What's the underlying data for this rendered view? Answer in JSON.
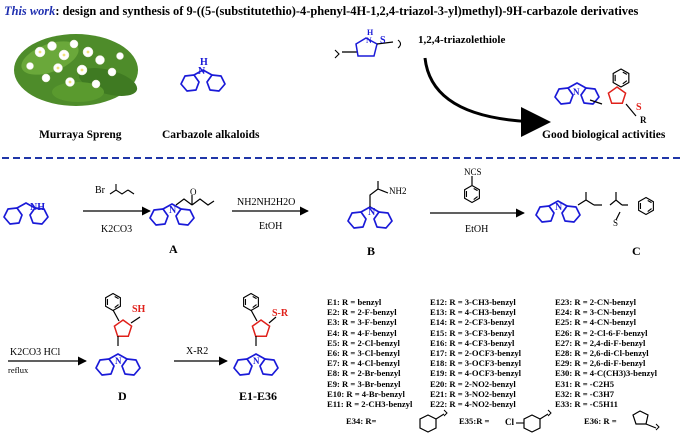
{
  "header": {
    "lead": "This work",
    "rest": ": design and synthesis of 9-((5-(substitutethio)-4-phenyl-4H-1,2,4-triazol-3-yl)methyl)-9H-carbazole derivatives"
  },
  "top": {
    "plant_caption": "Murraya Spreng",
    "alkaloid_caption": "Carbazole alkaloids",
    "triazole_label": "1,2,4-triazolethiole",
    "activity_caption": "Good biological activities"
  },
  "scheme": {
    "reagent1_top": "Br",
    "reagent1_bottom": "K2CO3",
    "reagent2_top": "NH2NH2H2O",
    "reagent2_bottom": "EtOH",
    "reagent3_top": "NCS",
    "reagent3_bottom": "EtOH",
    "reagent4_left": "K2CO3 HCl",
    "reagent4_bottom": "reflux",
    "reagent5": "X-R2",
    "label_A": "A",
    "label_B": "B",
    "label_C": "C",
    "label_D": "D",
    "label_E": "E1-E36",
    "atoms": {
      "NH": "NH",
      "N": "N",
      "H": "H",
      "O": "O",
      "S": "S",
      "SH": "SH",
      "SR": "S-R",
      "R": "R",
      "Cl": "Cl",
      "NH2": "NH2"
    }
  },
  "substituents": {
    "col1": [
      "E1: R = benzyl",
      "E2: R = 2-F-benzyl",
      "E3: R = 3-F-benzyl",
      "E4: R = 4-F-benzyl",
      "E5: R = 2-Cl-benzyl",
      "E6: R = 3-Cl-benzyl",
      "E7: R = 4-Cl-benzyl",
      "E8: R = 2-Br-benzyl",
      "E9: R = 3-Br-benzyl",
      "E10: R = 4-Br-benzyl",
      "E11: R = 2-CH3-benzyl"
    ],
    "col2": [
      "E12: R = 3-CH3-benzyl",
      "E13: R = 4-CH3-benzyl",
      "E14: R = 2-CF3-benzyl",
      "E15: R = 3-CF3-benzyl",
      "E16: R = 4-CF3-benzyl",
      "E17: R = 2-OCF3-benzyl",
      "E18: R = 3-OCF3-benzyl",
      "E19: R = 4-OCF3-benzyl",
      "E20: R = 2-NO2-benzyl",
      "E21: R = 3-NO2-benzyl",
      "E22: R = 4-NO2-benzyl"
    ],
    "col3": [
      "E23: R = 2-CN-benzyl",
      "E24: R = 3-CN-benzyl",
      "E25: R = 4-CN-benzyl",
      "E26: R = 2-Cl-6-F-benzyl",
      "E27: R = 2,4-di-F-benzyl",
      "E28: R = 2,6-di-Cl-benzyl",
      "E29: R = 2,6-di-F-benzyl",
      "E30: R = 4-C(CH3)3-benzyl",
      "E31: R = -C2H5",
      "E32: R = -C3H7",
      "E33: R = -C5H11"
    ],
    "e34": "E34: R=",
    "e35": "E35:R =",
    "e36": "E36: R ="
  },
  "colors": {
    "blue": "#1a1ad8",
    "red": "#e0201a",
    "title_blue": "#1f2fb0",
    "divider": "#2036a8"
  }
}
